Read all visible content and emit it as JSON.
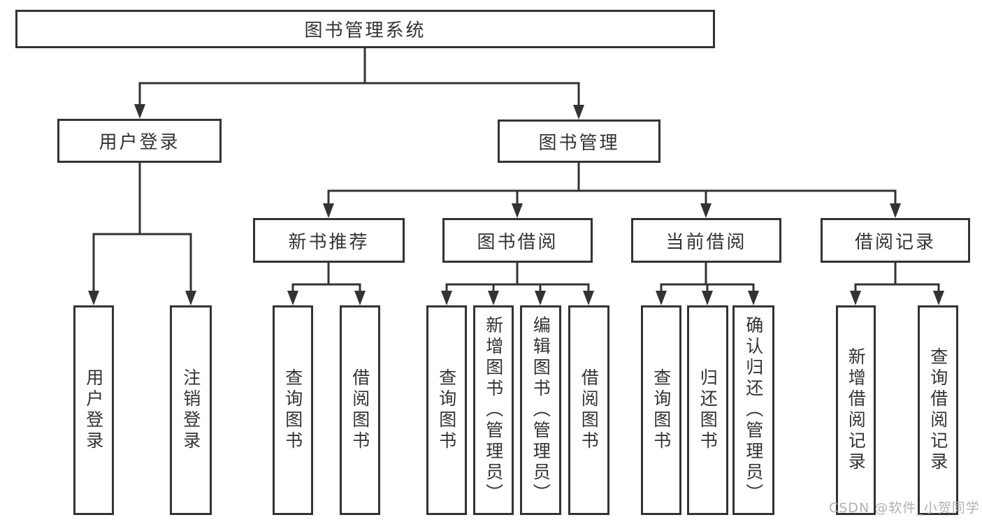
{
  "diagram": {
    "root": {
      "label": "图书管理系统"
    },
    "level2": [
      {
        "id": "user-login",
        "label": "用户登录",
        "parent": "root"
      },
      {
        "id": "book-management",
        "label": "图书管理",
        "parent": "root"
      }
    ],
    "level3": [
      {
        "id": "new-book-recommend",
        "label": "新书推荐",
        "parent": "book-management"
      },
      {
        "id": "book-borrowing",
        "label": "图书借阅",
        "parent": "book-management"
      },
      {
        "id": "current-borrowing",
        "label": "当前借阅",
        "parent": "book-management"
      },
      {
        "id": "borrowing-records",
        "label": "借阅记录",
        "parent": "book-management"
      }
    ],
    "leaves": {
      "user_login": [
        {
          "label": "用户登录"
        },
        {
          "label": "注销登录"
        }
      ],
      "new_book_recommend": [
        {
          "label": "查询图书"
        },
        {
          "label": "借阅图书"
        }
      ],
      "book_borrowing": [
        {
          "label": "查询图书"
        },
        {
          "label": "新增图书（管理员）"
        },
        {
          "label": "编辑图书（管理员）"
        },
        {
          "label": "借阅图书"
        }
      ],
      "current_borrowing": [
        {
          "label": "查询图书"
        },
        {
          "label": "归还图书"
        },
        {
          "label": "确认归还（管理员）"
        }
      ],
      "borrowing_records": [
        {
          "label": "新增借阅记录"
        },
        {
          "label": "查询借阅记录"
        }
      ]
    }
  },
  "watermark": {
    "text": "CSDN @软件_小贺同学"
  },
  "colors": {
    "line": "#333333",
    "text": "#333333",
    "box_background": "#ffffff",
    "watermark": "#b0b0b0",
    "page_background": "#ffffff"
  }
}
